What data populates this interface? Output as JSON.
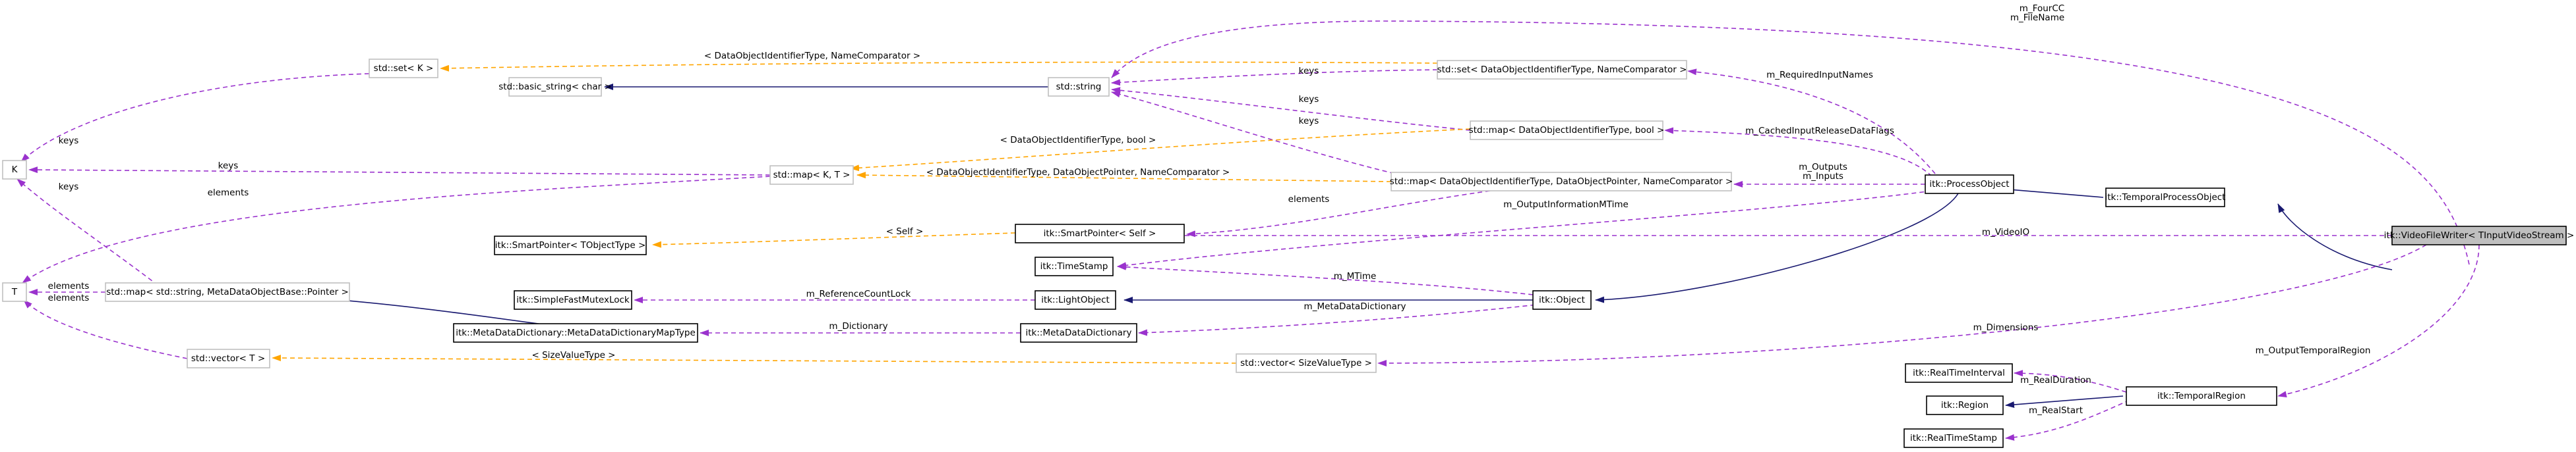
{
  "nodes": {
    "video_file_writer": "itk::VideoFileWriter< TInputVideoStream >",
    "temporal_process_object": "itk::TemporalProcessObject",
    "process_object": "itk::ProcessObject",
    "object": "itk::Object",
    "light_object": "itk::LightObject",
    "time_stamp": "itk::TimeStamp",
    "smart_pointer_self": "itk::SmartPointer< Self >",
    "smart_pointer_t": "itk::SmartPointer< TObjectType >",
    "simple_fast_mutex_lock": "itk::SimpleFastMutexLock",
    "meta_data_dictionary": "itk::MetaDataDictionary",
    "meta_data_dictionary_map_type": "itk::MetaDataDictionary::MetaDataDictionaryMapType",
    "std_string": "std::string",
    "std_basic_string": "std::basic_string< char >",
    "std_set_k": "std::set< K >",
    "k_node": "K",
    "t_node": "T",
    "std_map_kt": "std::map< K, T >",
    "std_map_string_metadata": "std::map< std::string, MetaDataObjectBase::Pointer >",
    "std_vector_t": "std::vector< T >",
    "std_set_dataobject": "std::set< DataObjectIdentifierType, NameComparator >",
    "std_map_dataobject_bool": "std::map< DataObjectIdentifierType, bool >",
    "std_map_dataobject_pointer": "std::map< DataObjectIdentifierType, DataObjectPointer, NameComparator >",
    "std_vector_sizevalue": "std::vector< SizeValueType >",
    "temporal_region": "itk::TemporalRegion",
    "real_time_interval": "itk::RealTimeInterval",
    "region": "itk::Region",
    "real_time_stamp": "itk::RealTimeStamp"
  },
  "edge_labels": {
    "fourcc": "m_FourCC",
    "filename": "m_FileName",
    "videoio": "m_VideoIO",
    "dimensions": "m_Dimensions",
    "output_temporal_region": "m_OutputTemporalRegion",
    "required_input_names": "m_RequiredInputNames",
    "cached_input_release": "m_CachedInputReleaseDataFlags",
    "outputs": "m_Outputs",
    "inputs": "m_Inputs",
    "output_info_mtime": "m_OutputInformationMTime",
    "elements_sp": "elements",
    "mtime": "m_MTime",
    "ref_count_lock": "m_ReferenceCountLock",
    "meta_data_dictionary": "m_MetaDataDictionary",
    "dictionary": "m_Dictionary",
    "keys_set_dataobj": "keys",
    "keys_map_bool": "keys",
    "keys_map_ptr": "keys",
    "keys_set_k": "keys",
    "keys_map_kt": "keys",
    "keys_map_meta": "keys",
    "elements_map_kt": "elements",
    "elements_map_meta": "elements",
    "elements_vector_t": "elements",
    "tmpl_set_dataobject": "< DataObjectIdentifierType, NameComparator >",
    "tmpl_map_bool": "< DataObjectIdentifierType, bool >",
    "tmpl_map_pointer": "< DataObjectIdentifierType, DataObjectPointer, NameComparator >",
    "tmpl_self": "< Self >",
    "tmpl_sizevalue": "< SizeValueType >",
    "real_duration": "m_RealDuration",
    "real_start": "m_RealStart"
  }
}
